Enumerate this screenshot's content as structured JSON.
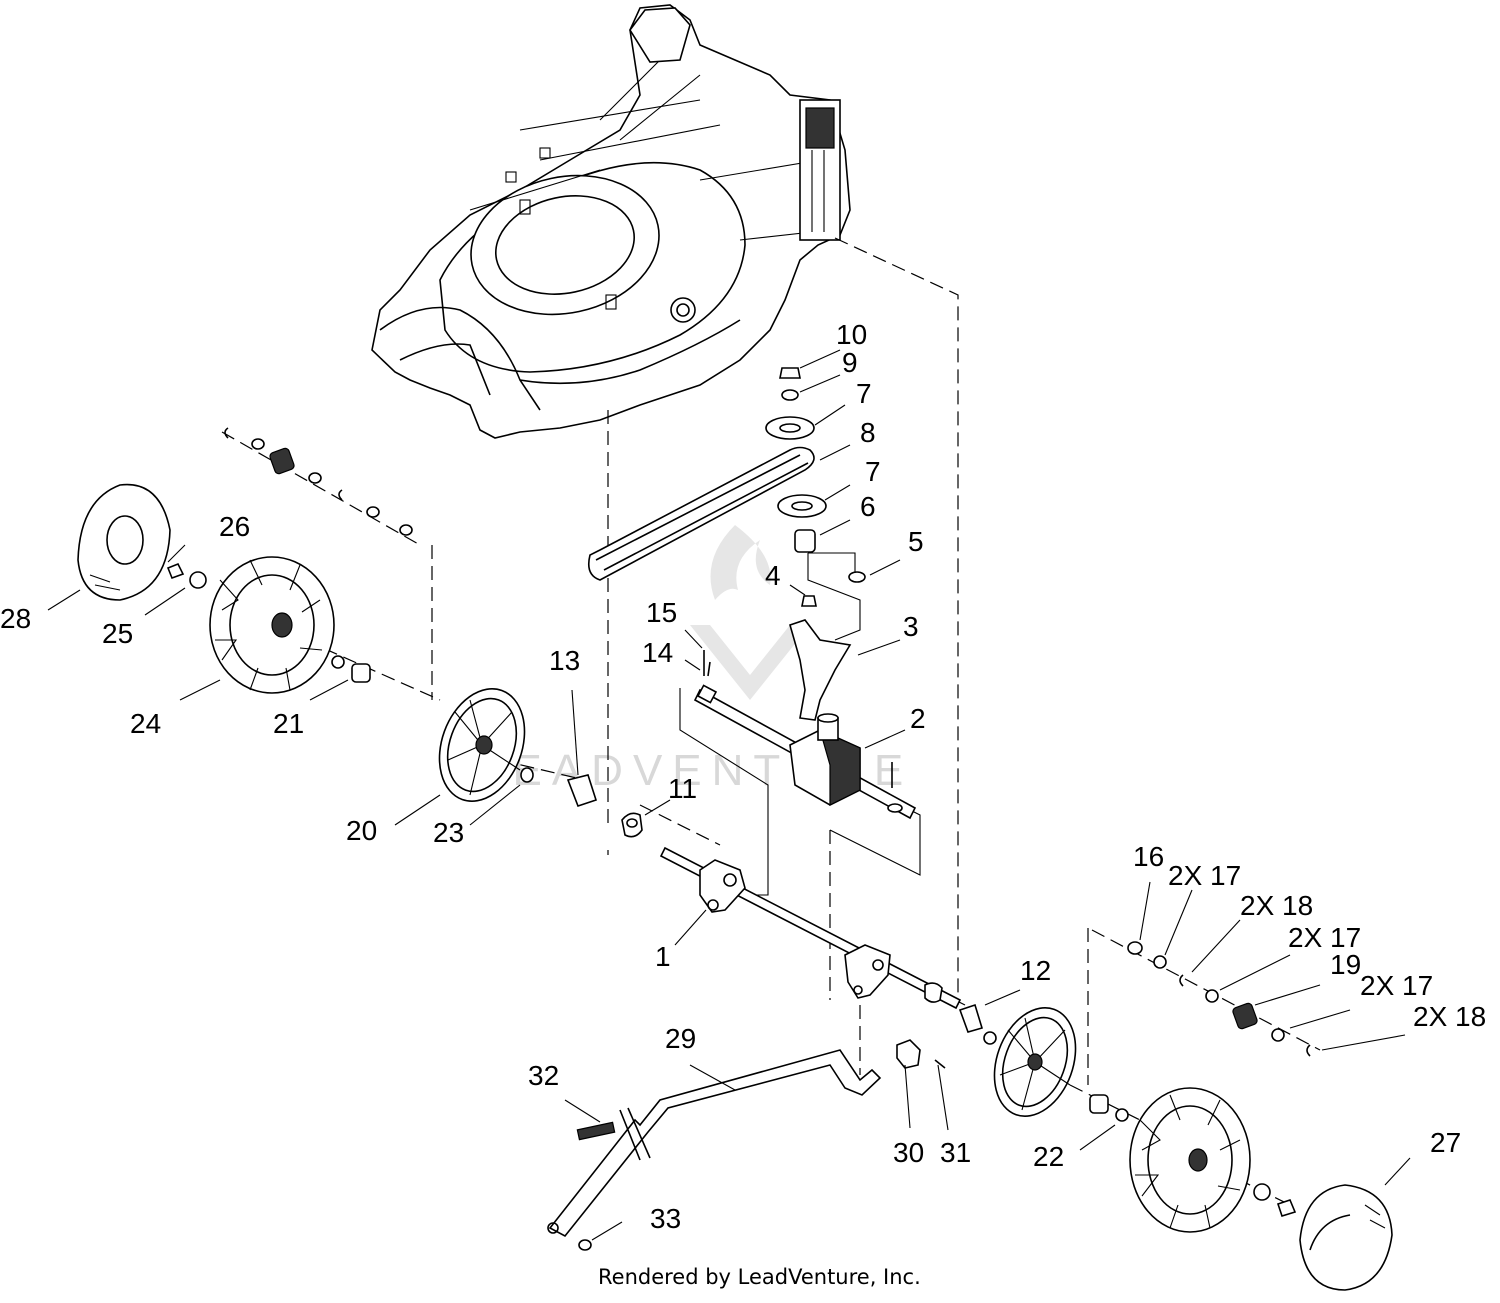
{
  "diagram": {
    "callouts": [
      {
        "id": "c1",
        "text": "1"
      },
      {
        "id": "c2",
        "text": "2"
      },
      {
        "id": "c3",
        "text": "3"
      },
      {
        "id": "c4",
        "text": "4"
      },
      {
        "id": "c5",
        "text": "5"
      },
      {
        "id": "c6",
        "text": "6"
      },
      {
        "id": "c7a",
        "text": "7"
      },
      {
        "id": "c7b",
        "text": "7"
      },
      {
        "id": "c8",
        "text": "8"
      },
      {
        "id": "c9",
        "text": "9"
      },
      {
        "id": "c10",
        "text": "10"
      },
      {
        "id": "c11",
        "text": "11"
      },
      {
        "id": "c12",
        "text": "12"
      },
      {
        "id": "c13",
        "text": "13"
      },
      {
        "id": "c14",
        "text": "14"
      },
      {
        "id": "c15",
        "text": "15"
      },
      {
        "id": "c16",
        "text": "16"
      },
      {
        "id": "c17a",
        "text": "2X 17"
      },
      {
        "id": "c18a",
        "text": "2X 18"
      },
      {
        "id": "c17b",
        "text": "2X 17"
      },
      {
        "id": "c19",
        "text": "19"
      },
      {
        "id": "c17c",
        "text": "2X 17"
      },
      {
        "id": "c18b",
        "text": "2X 18"
      },
      {
        "id": "c20",
        "text": "20"
      },
      {
        "id": "c21",
        "text": "21"
      },
      {
        "id": "c22",
        "text": "22"
      },
      {
        "id": "c23",
        "text": "23"
      },
      {
        "id": "c24",
        "text": "24"
      },
      {
        "id": "c25",
        "text": "25"
      },
      {
        "id": "c26",
        "text": "26"
      },
      {
        "id": "c27",
        "text": "27"
      },
      {
        "id": "c28",
        "text": "28"
      },
      {
        "id": "c29",
        "text": "29"
      },
      {
        "id": "c30",
        "text": "30"
      },
      {
        "id": "c31",
        "text": "31"
      },
      {
        "id": "c32",
        "text": "32"
      },
      {
        "id": "c33",
        "text": "33"
      }
    ],
    "watermark": "LEADVENTURE",
    "footer": "Rendered by LeadVenture, Inc."
  }
}
